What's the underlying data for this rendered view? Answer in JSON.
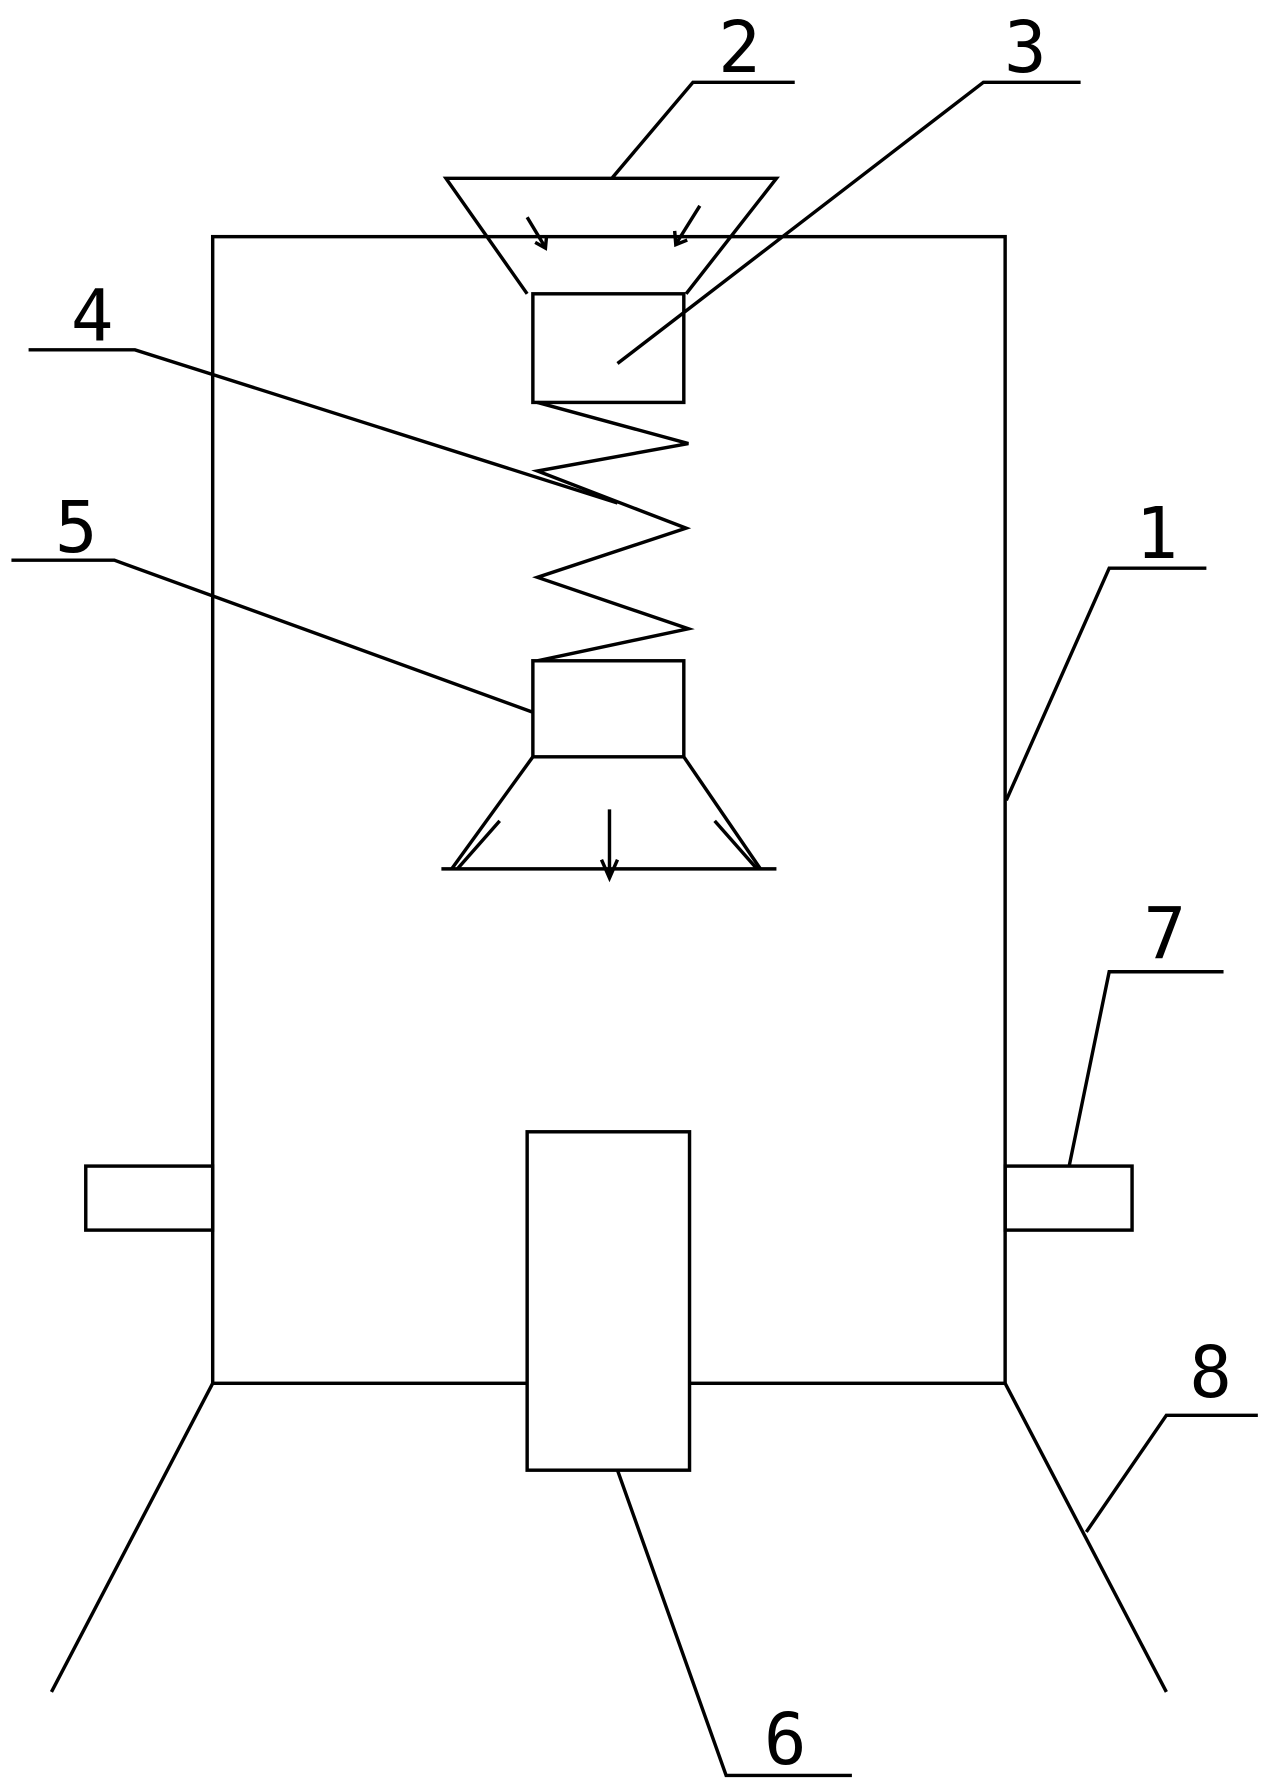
{
  "diagram": {
    "labels": {
      "body": "1",
      "hopper": "2",
      "upper_block": "3",
      "spring": "4",
      "lower_block": "5",
      "bottom_unit": "6",
      "side_handle": "7",
      "leg": "8"
    },
    "stroke_color": "#000000",
    "background": "#ffffff"
  }
}
